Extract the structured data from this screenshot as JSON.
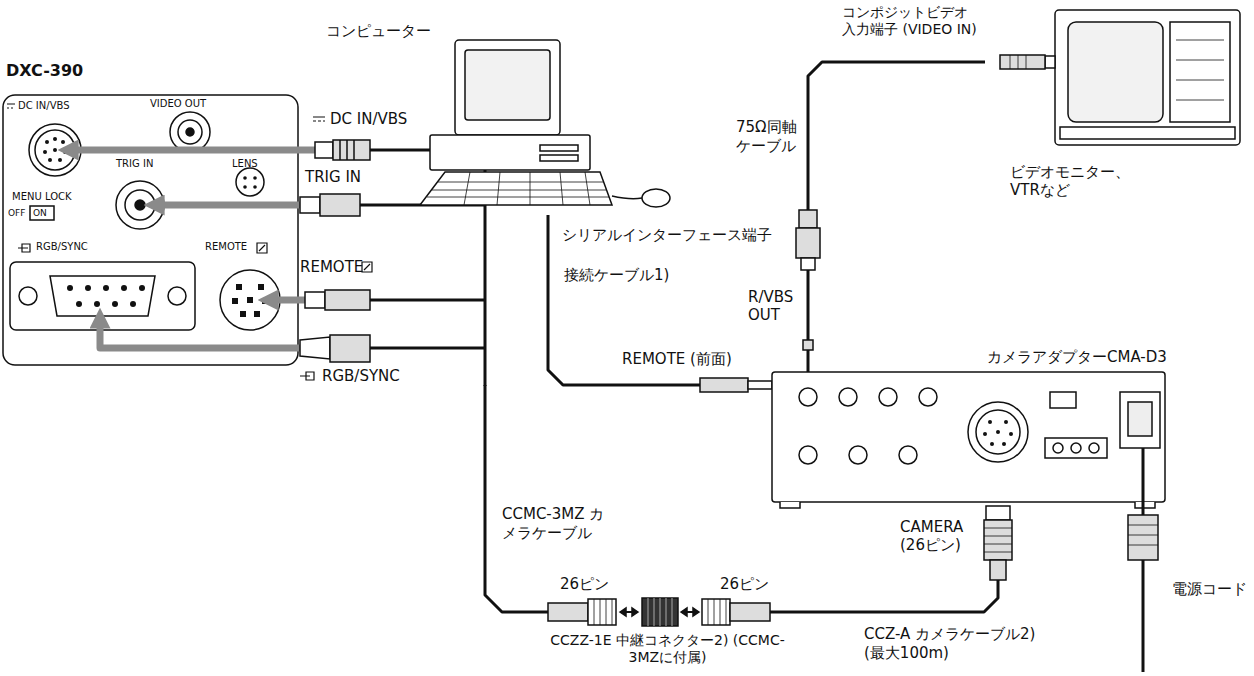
{
  "diagram": {
    "nodes": [
      {
        "text": [
          "DXC-390"
        ]
      },
      {
        "text": [
          "コンピューター"
        ]
      },
      {
        "text": [
          "ビデオモニター、VTRなど"
        ]
      },
      {
        "text": [
          "カメラアダプターCMA-D3"
        ]
      },
      {
        "text": [
          "CCZZ-1E 中継コネクター2) (CCMC-3MZに付属)"
        ]
      }
    ],
    "edges": [
      {
        "from": 1,
        "to": 3,
        "label": "接続ケーブル1)",
        "arrow": "none"
      },
      {
        "from": 2,
        "to": 3,
        "label": "75Ω同軸ケーブル",
        "arrow": "none"
      },
      {
        "from": 0,
        "to": 4,
        "label": "CCMC-3MZ カメラケーブル",
        "arrow": "none"
      },
      {
        "from": 4,
        "to": 3,
        "label": "CCZ-A カメラケーブル2) (最大100m)",
        "arrow": "none"
      }
    ],
    "labels": [
      "DC IN/VBS",
      "VIDEO OUT",
      "TRIG IN",
      "LENS",
      "MENU LOCK",
      "OFF",
      "ON",
      "RGB/SYNC",
      "REMOTE",
      "DC IN/VBS",
      "TRIG IN",
      "REMOTE",
      "RGB/SYNC",
      "シリアルインターフェース端子",
      "REMOTE (前面)",
      "コンポジットビデオ 入力端子 (VIDEO IN)",
      "R/VBS OUT",
      "CAMERA (26ピン)",
      "電源コード",
      "26ピン",
      "26ピン"
    ]
  }
}
